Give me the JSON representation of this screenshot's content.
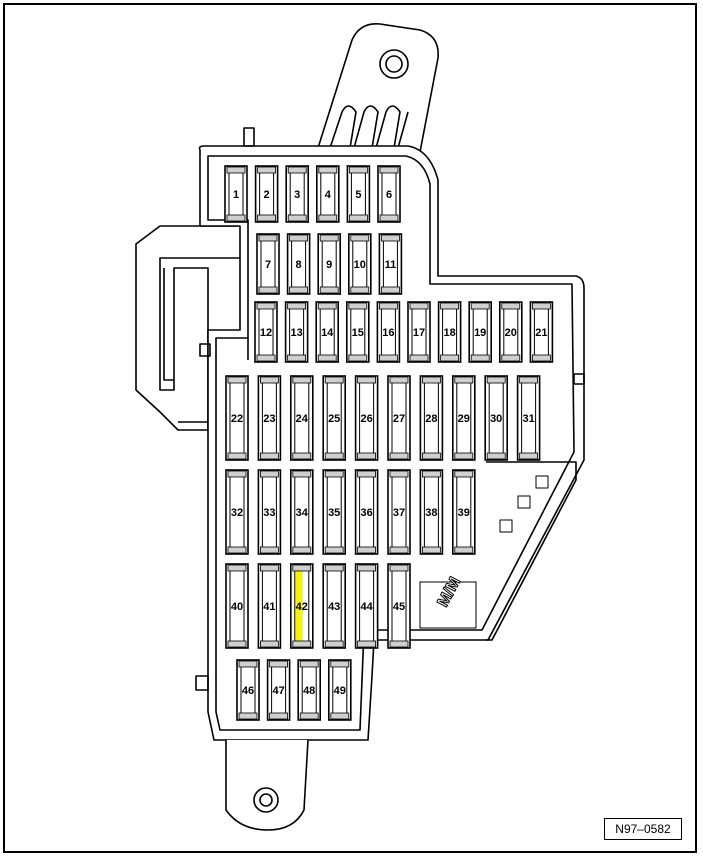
{
  "diagram": {
    "reference_code": "N97–0582",
    "highlight_color": "#f5f50a",
    "highlighted_fuse": "42",
    "fuse_rows": [
      [
        "1",
        "2",
        "3",
        "4",
        "5",
        "6"
      ],
      [
        "7",
        "8",
        "9",
        "10",
        "11"
      ],
      [
        "12",
        "13",
        "14",
        "15",
        "16",
        "17",
        "18",
        "19",
        "20",
        "21"
      ],
      [
        "22",
        "23",
        "24",
        "25",
        "26",
        "27",
        "28",
        "29",
        "30",
        "31"
      ],
      [
        "32",
        "33",
        "34",
        "35",
        "36",
        "37",
        "38",
        "39"
      ],
      [
        "40",
        "41",
        "42",
        "43",
        "44",
        "45"
      ],
      [
        "46",
        "47",
        "48",
        "49"
      ]
    ],
    "marking": "M/M"
  }
}
